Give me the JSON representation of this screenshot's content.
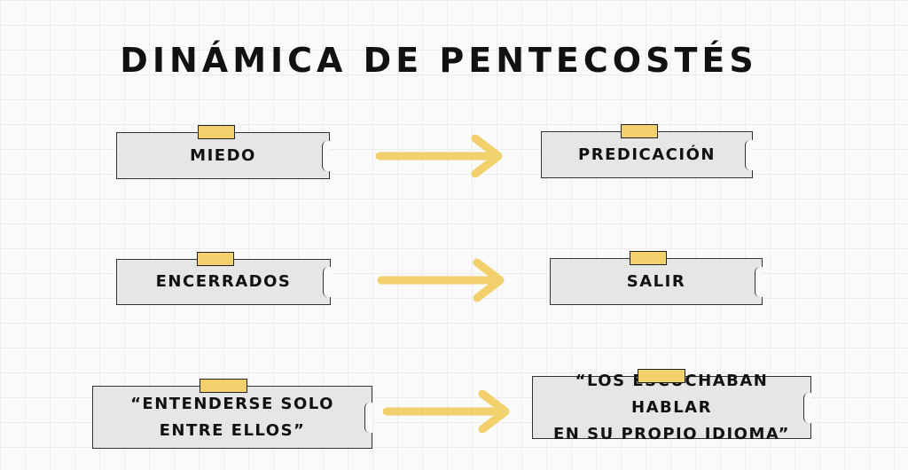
{
  "title": "DINÁMICA DE PENTECOSTÉS",
  "rows": [
    {
      "from": "MIEDO",
      "to": "PREDICACIÓN"
    },
    {
      "from": "ENCERRADOS",
      "to": "SALIR"
    },
    {
      "from_line1": "“ENTENDERSE SOLO",
      "from_line2": "ENTRE ELLOS”",
      "to_line1": "“LOS ESCUCHABAN HABLAR",
      "to_line2": "EN SU PROPIO IDIOMA”"
    }
  ],
  "colors": {
    "tape": "#f2d06c",
    "arrow": "#f2d06c",
    "card": "#e6e6e7",
    "outline": "#333333"
  }
}
